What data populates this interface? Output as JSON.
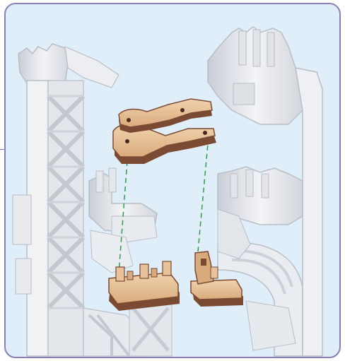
{
  "figure": {
    "panel_background": "#dfeef9",
    "border_color": "#8a7fb8",
    "structure_fill": "#eef0f3",
    "structure_shadow": "#c9ced6",
    "highlight_wood": "#e7c29a",
    "highlight_wood_dark": "#7a4a33",
    "guide_line_color": "#2e9b48",
    "components": [
      {
        "name": "left-tower-truss",
        "highlighted": false
      },
      {
        "name": "right-tower-curved",
        "highlighted": false
      },
      {
        "name": "center-tower-bracket",
        "highlighted": false
      },
      {
        "name": "upper-linkage-arm",
        "highlighted": true
      },
      {
        "name": "lower-left-base-plate",
        "highlighted": true
      },
      {
        "name": "lower-right-base-plate",
        "highlighted": true
      }
    ],
    "guides": [
      {
        "name": "guide-line-left"
      },
      {
        "name": "guide-line-right"
      }
    ]
  }
}
